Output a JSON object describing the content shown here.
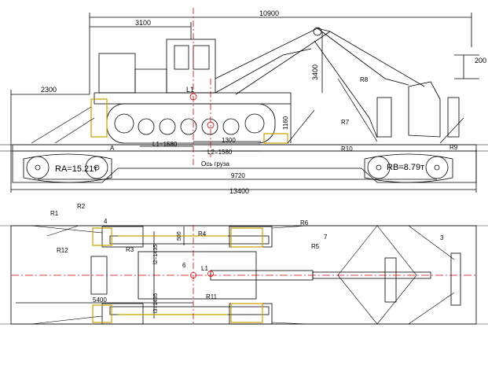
{
  "side_view": {
    "dims": {
      "overall_top": "10900",
      "cab": "3100",
      "overhang_left": "2300",
      "height_boom": "3400",
      "height_right": "200",
      "track_h": "1160",
      "l1": "L1=1580",
      "l2": "L2=1580",
      "mid": "1300",
      "wheelbase": "9720",
      "car_length": "13400"
    },
    "labels": {
      "l1_mark": "L1",
      "r8": "R8",
      "r7": "R7",
      "r10": "R10",
      "r9": "R9",
      "a": "A",
      "axis": "Ось груза",
      "ra": "RA=15.21т",
      "rb": "RB=8.79т"
    }
  },
  "plan_view": {
    "labels": {
      "r1": "R1",
      "r2": "R2",
      "r3": "R3",
      "r4": "R4",
      "r5": "R5",
      "r6": "R6",
      "r11": "R11",
      "r12": "R12",
      "n3": "3",
      "n4": "4",
      "n6": "6",
      "n7": "7",
      "l1": "L1",
      "dim_500": "500",
      "dim_5400": "5400",
      "dim_l2": "l2=1435",
      "dim_l3": "l3=1435"
    }
  },
  "colors": {
    "line": "#000000",
    "center": "#d40000",
    "lashing": "#c8a000",
    "dim": "#000000"
  }
}
